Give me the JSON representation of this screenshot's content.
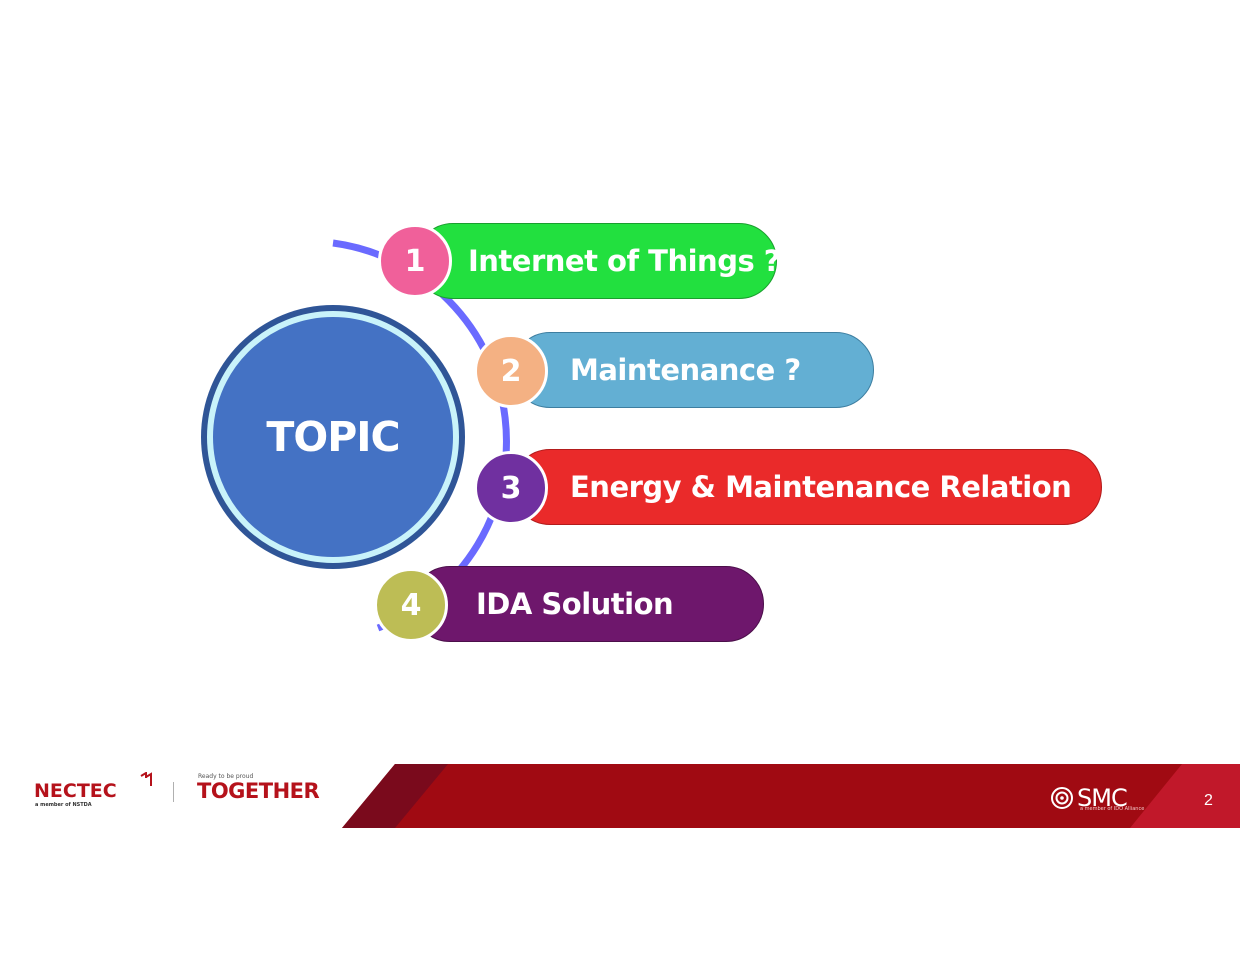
{
  "center": {
    "label": "TOPIC"
  },
  "topics": [
    {
      "number": "1",
      "label": "Internet of Things ?"
    },
    {
      "number": "2",
      "label": "Maintenance ?"
    },
    {
      "number": "3",
      "label": "Energy & Maintenance Relation"
    },
    {
      "number": "4",
      "label": "IDA Solution"
    }
  ],
  "colors": {
    "topic1_pill": "#22e03f",
    "topic1_circle": "#f0609a",
    "topic2_pill": "#63afd3",
    "topic2_circle": "#f4b183",
    "topic3_pill": "#ea2a2a",
    "topic3_circle": "#7030a0",
    "topic4_pill": "#6e176c",
    "topic4_circle": "#bdbd55",
    "arc": "#6a6aff",
    "footer_band": "#a00a12"
  },
  "footer": {
    "nectec_logo": "NECTEC",
    "nectec_sub": "a member of NSTDA",
    "together_sub": "Ready to be proud",
    "together_logo": "TOGETHER",
    "smc_logo": "SMC",
    "smc_sub": "a member of IDO Alliance",
    "page_number": "2"
  }
}
